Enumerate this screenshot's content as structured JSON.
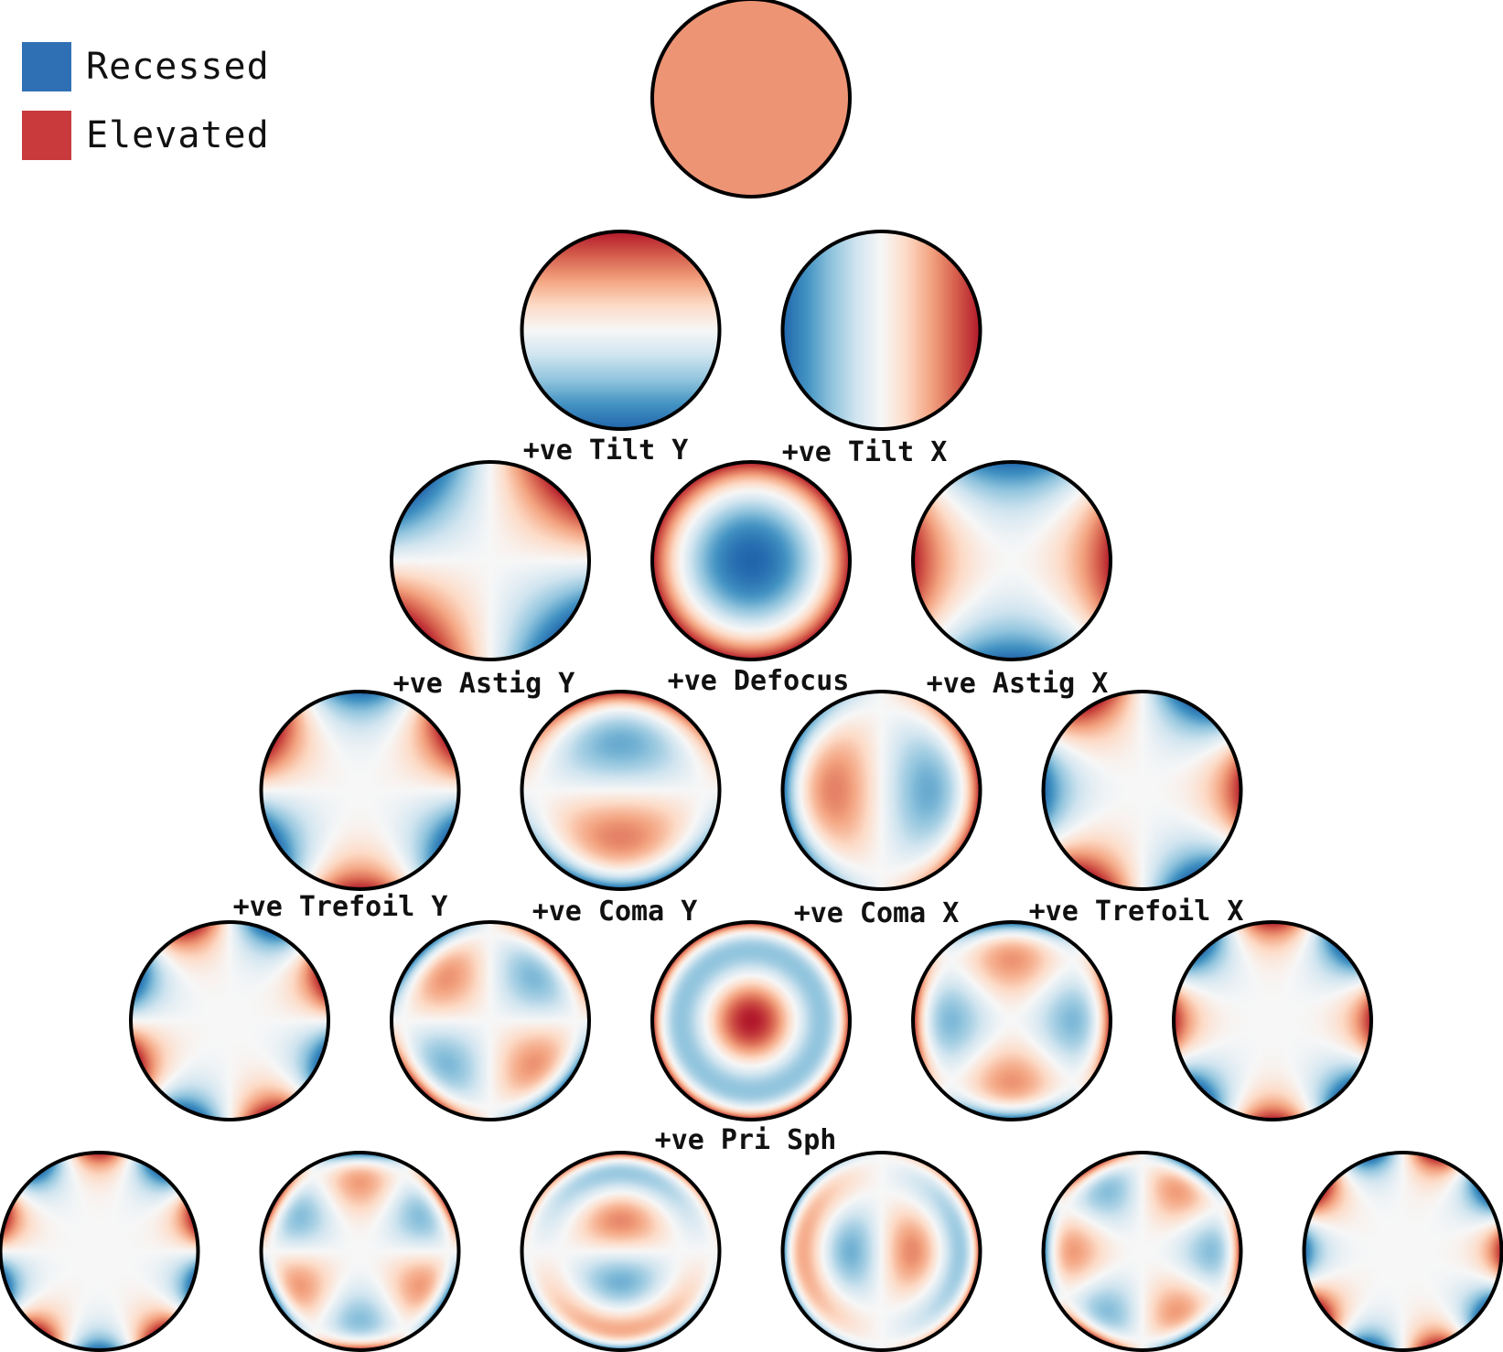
{
  "legend": {
    "recessed": {
      "label": "Recessed",
      "color": "#2f70b4"
    },
    "elevated": {
      "label": "Elevated",
      "color": "#c93a3c"
    }
  },
  "colormap": "RdBu_r",
  "colormap_stops": [
    "#2166ac",
    "#4393c3",
    "#92c5de",
    "#d1e5f0",
    "#f7f7f7",
    "#fddbc7",
    "#f4a582",
    "#d6604d",
    "#b2182b"
  ],
  "labels": {
    "tilt_y": "+ve Tilt Y",
    "tilt_x": "+ve Tilt X",
    "astig_y": "+ve Astig Y",
    "defocus": "+ve Defocus",
    "astig_x": "+ve Astig X",
    "trefoil_y": "+ve Trefoil Y",
    "coma_y": "+ve Coma Y",
    "coma_x": "+ve Coma X",
    "trefoil_x": "+ve Trefoil X",
    "pri_sph": "+ve Pri Sph"
  },
  "pyramid": {
    "ordering": "Zernike, rows n = 0..5, angular order m from -n to +n",
    "modes": [
      {
        "id": "piston",
        "n": 0,
        "m": 0
      },
      {
        "id": "tilt-y",
        "n": 1,
        "m": -1,
        "label_key": "tilt_y"
      },
      {
        "id": "tilt-x",
        "n": 1,
        "m": 1,
        "label_key": "tilt_x"
      },
      {
        "id": "astig-y",
        "n": 2,
        "m": -2,
        "label_key": "astig_y"
      },
      {
        "id": "defocus",
        "n": 2,
        "m": 0,
        "label_key": "defocus"
      },
      {
        "id": "astig-x",
        "n": 2,
        "m": 2,
        "label_key": "astig_x"
      },
      {
        "id": "trefoil-y",
        "n": 3,
        "m": -3,
        "label_key": "trefoil_y"
      },
      {
        "id": "coma-y",
        "n": 3,
        "m": -1,
        "label_key": "coma_y"
      },
      {
        "id": "coma-x",
        "n": 3,
        "m": 1,
        "label_key": "coma_x"
      },
      {
        "id": "trefoil-x",
        "n": 3,
        "m": 3,
        "label_key": "trefoil_x"
      },
      {
        "id": "quadrafoil-y",
        "n": 4,
        "m": -4
      },
      {
        "id": "sec-astig-y",
        "n": 4,
        "m": -2
      },
      {
        "id": "pri-sph",
        "n": 4,
        "m": 0,
        "label_key": "pri_sph"
      },
      {
        "id": "sec-astig-x",
        "n": 4,
        "m": 2
      },
      {
        "id": "quadrafoil-x",
        "n": 4,
        "m": 4
      },
      {
        "id": "pentafoil-y",
        "n": 5,
        "m": -5
      },
      {
        "id": "sec-trefoil-y",
        "n": 5,
        "m": -3
      },
      {
        "id": "sec-coma-y",
        "n": 5,
        "m": -1
      },
      {
        "id": "sec-coma-x",
        "n": 5,
        "m": 1
      },
      {
        "id": "sec-trefoil-x",
        "n": 5,
        "m": 3
      },
      {
        "id": "pentafoil-x",
        "n": 5,
        "m": 5
      }
    ]
  }
}
